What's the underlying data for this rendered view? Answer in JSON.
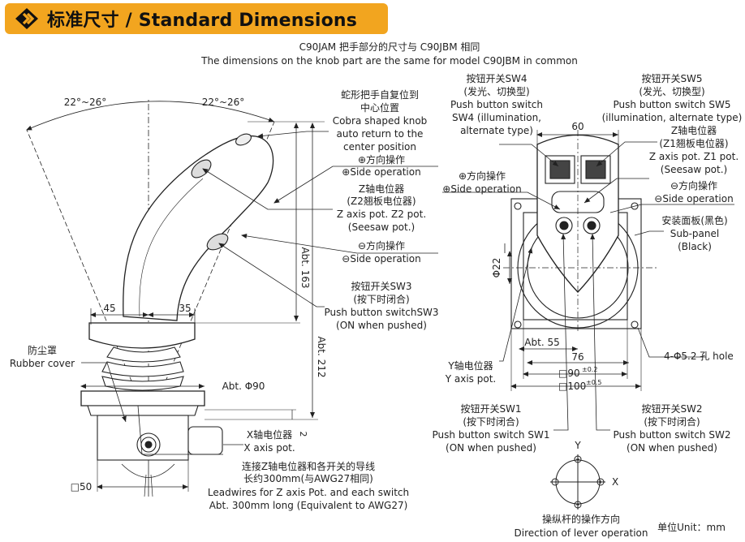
{
  "header": {
    "title": "标准尺寸 / Standard Dimensions",
    "icon": "diamond-chevron-icon",
    "accent_color": "#f2a51f"
  },
  "note": {
    "zh": "C90JAM 把手部分的尺寸与 C90JBM 相同",
    "en": "The dimensions on the knob part are the same for model C90JBM in common"
  },
  "side_view": {
    "angle_left": "22°~26°",
    "angle_right": "22°~26°",
    "cobra": [
      "蛇形把手自复位到",
      "中心位置",
      "Cobra shaped knob",
      "auto return to the",
      "center position"
    ],
    "plus_side": [
      "⊕方向操作",
      "⊕Side operation"
    ],
    "z2": [
      "Z轴电位器",
      "(Z2翘板电位器)",
      "Z axis pot. Z2 pot.",
      "(Seesaw pot.)"
    ],
    "minus_side": [
      "⊖方向操作",
      "⊖Side operation"
    ],
    "sw3": [
      "按钮开关SW3",
      "(按下时闭合)",
      "Push button switchSW3",
      "(ON when pushed)"
    ],
    "dim_45": "45",
    "dim_35": "35",
    "abt_163": "Abt. 163",
    "abt_212": "Abt. 212",
    "abt_90": "Abt. Φ90",
    "dim_2": "2",
    "rubber": [
      "防尘罩",
      "Rubber cover"
    ],
    "x_pot": [
      "X轴电位器",
      "X axis pot."
    ],
    "sq50": "□50",
    "leadwires": [
      "连接Z轴电位器和各开关的导线",
      "长约300mm(与AWG27相同)",
      "Leadwires for Z axis Pot. and each switch",
      "Abt. 300mm long (Equivalent to AWG27)"
    ]
  },
  "top_view": {
    "sw4": [
      "按钮开关SW4",
      "(发光、切换型)",
      "Push button switch",
      "SW4 (illumination,",
      "alternate type)"
    ],
    "sw5": [
      "按钮开关SW5",
      "(发光、切换型)",
      "Push button switch SW5",
      "(illumination, alternate type)"
    ],
    "dim_60": "60",
    "z1": [
      "Z轴电位器",
      "(Z1翘板电位器)",
      "Z axis pot. Z1 pot.",
      "(Seesaw pot.)"
    ],
    "plus_side": [
      "⊕方向操作",
      "⊕Side operation"
    ],
    "minus_side": [
      "⊖方向操作",
      "⊖Side operation"
    ],
    "subpanel": [
      "安装面板(黑色)",
      "Sub-panel",
      "(Black)"
    ],
    "phi22": "Φ22",
    "abt55": "Abt. 55",
    "dim76": "76",
    "dim90": "□90",
    "tol90": "±0.2",
    "dim100": "□100",
    "tol100": "±0.5",
    "holes": "4-Φ5.2 孔 hole",
    "y_pot": [
      "Y轴电位器",
      "Y axis pot."
    ],
    "sw1": [
      "按钮开关SW1",
      "(按下时闭合)",
      "Push button switch SW1",
      "(ON when pushed)"
    ],
    "sw2": [
      "按钮开关SW2",
      "(按下时闭合)",
      "Push button switch SW2",
      "(ON when pushed)"
    ]
  },
  "direction": {
    "y": "Y",
    "x": "X",
    "caption_zh": "操纵杆的操作方向",
    "caption_en": "Direction of lever operation"
  },
  "unit": "单位Unit：mm"
}
